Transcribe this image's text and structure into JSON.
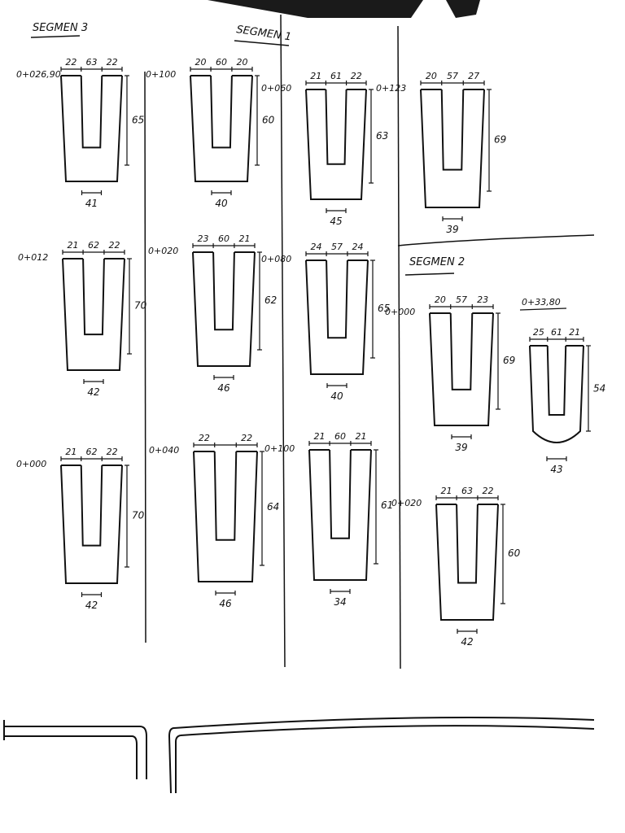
{
  "segment_labels": {
    "seg3": "SEGMEN 3",
    "seg1": "SEGMEN 1",
    "seg2": "SEGMEN 2"
  },
  "sections": [
    {
      "id": "s3a",
      "station": "0+026,90",
      "top": [
        "22",
        "63",
        "22"
      ],
      "height": "65",
      "bottom": "41"
    },
    {
      "id": "s3b",
      "station": "0+012",
      "top": [
        "21",
        "62",
        "22"
      ],
      "height": "70",
      "bottom": "42"
    },
    {
      "id": "s3c",
      "station": "0+000",
      "top": [
        "21",
        "62",
        "22"
      ],
      "height": "70",
      "bottom": "42"
    },
    {
      "id": "s1a",
      "station": "0+100",
      "top": [
        "20",
        "60",
        "20"
      ],
      "height": "60",
      "bottom": "40"
    },
    {
      "id": "s1b",
      "station": "0+020",
      "top": [
        "23",
        "60",
        "21"
      ],
      "height": "62",
      "bottom": "46"
    },
    {
      "id": "s1c",
      "station": "0+040",
      "top": [
        "22",
        "",
        "22"
      ],
      "height": "64",
      "bottom": "46"
    },
    {
      "id": "s1d",
      "station": "0+060",
      "top": [
        "21",
        "61",
        "22"
      ],
      "height": "63",
      "bottom": "45"
    },
    {
      "id": "s1e",
      "station": "0+080",
      "top": [
        "24",
        "57",
        "24"
      ],
      "height": "65",
      "bottom": "40"
    },
    {
      "id": "s1f",
      "station": "0+100",
      "top": [
        "21",
        "60",
        "21"
      ],
      "height": "61",
      "bottom": "34"
    },
    {
      "id": "s1g",
      "station": "0+123",
      "top": [
        "20",
        "57",
        "27"
      ],
      "height": "69",
      "bottom": "39"
    },
    {
      "id": "s2a",
      "station": "0+000",
      "top": [
        "20",
        "57",
        "23"
      ],
      "height": "69",
      "bottom": "39"
    },
    {
      "id": "s2b",
      "station": "0+33,80",
      "top": [
        "25",
        "61",
        "21"
      ],
      "height": "54",
      "bottom": "43"
    },
    {
      "id": "s2c",
      "station": "0+020",
      "top": [
        "21",
        "63",
        "22"
      ],
      "height": "60",
      "bottom": "42"
    }
  ],
  "colors": {
    "ink": "#111111",
    "paper": "#ffffff",
    "shadow": "#1a1a1a"
  }
}
